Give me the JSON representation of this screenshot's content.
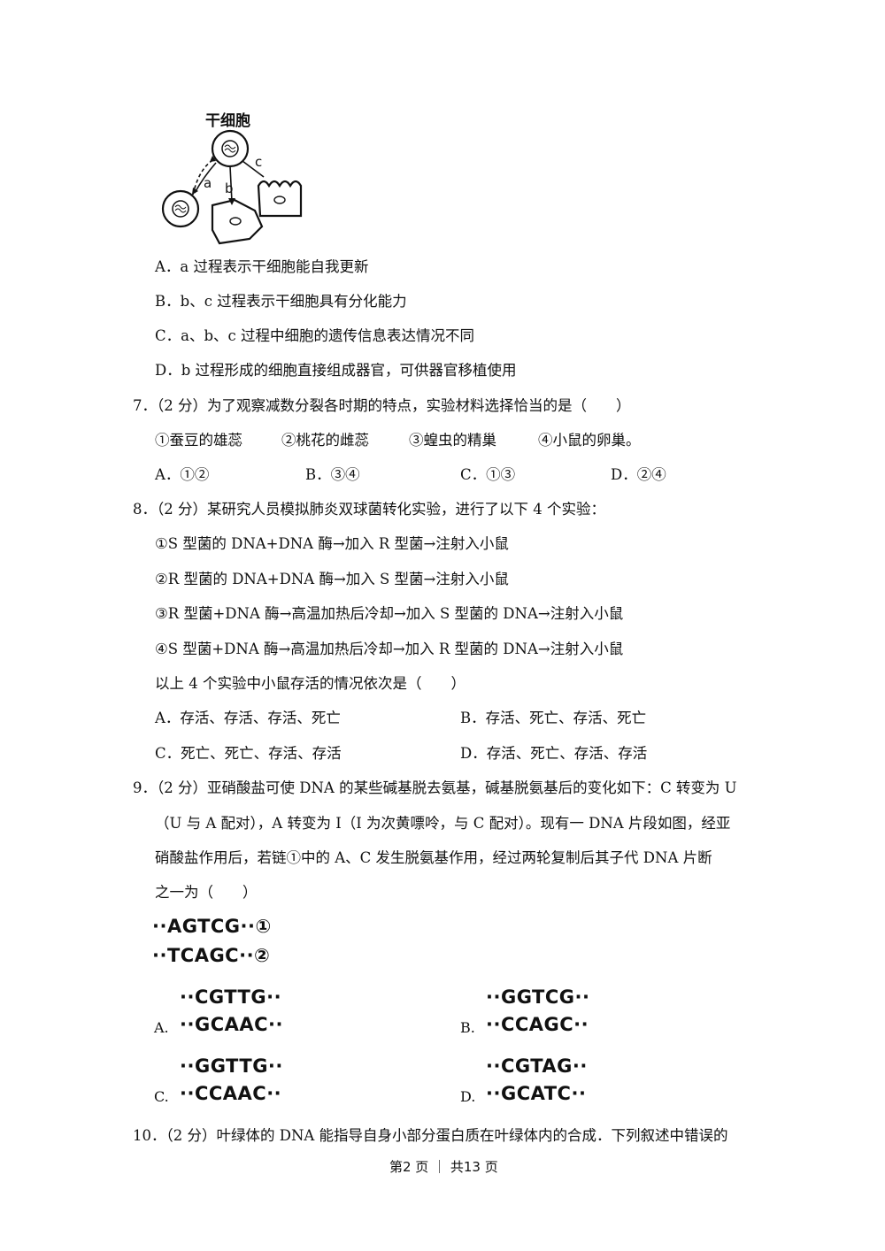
{
  "figure": {
    "title": "干细胞",
    "labels": {
      "a": "a",
      "b": "b",
      "c": "c"
    }
  },
  "q6_options": [
    "A．a 过程表示干细胞能自我更新",
    "B．b、c 过程表示干细胞具有分化能力",
    "C．a、b、c 过程中细胞的遗传信息表达情况不同",
    "D．b 过程形成的细胞直接组成器官，可供器官移植使用"
  ],
  "q7": {
    "stem": "7．（2 分）为了观察减数分裂各时期的特点，实验材料选择恰当的是（　　）",
    "materials": [
      "①蚕豆的雄蕊",
      "②桃花的雌蕊",
      "③蝗虫的精巢",
      "④小鼠的卵巢。"
    ],
    "options": [
      "A．①②",
      "B．③④",
      "C．①③",
      "D．②④"
    ]
  },
  "q8": {
    "stem": "8．（2 分）某研究人员模拟肺炎双球菌转化实验，进行了以下 4 个实验：",
    "experiments": [
      "①S 型菌的 DNA+DNA 酶→加入 R 型菌→注射入小鼠",
      "②R 型菌的 DNA+DNA 酶→加入 S 型菌→注射入小鼠",
      "③R 型菌+DNA 酶→高温加热后冷却→加入 S 型菌的 DNA→注射入小鼠",
      "④S 型菌+DNA 酶→高温加热后冷却→加入 R 型菌的 DNA→注射入小鼠"
    ],
    "question": "以上 4 个实验中小鼠存活的情况依次是（　　）",
    "options": [
      "A．存活、存活、存活、死亡",
      "B．存活、死亡、存活、死亡",
      "C．死亡、死亡、存活、存活",
      "D．存活、死亡、存活、存活"
    ]
  },
  "q9": {
    "lines": [
      "9．（2 分）亚硝酸盐可使 DNA 的某些碱基脱去氨基，碱基脱氨基后的变化如下：C 转变为 U",
      "（U 与 A 配对），A 转变为 I（I 为次黄嘌呤，与 C 配对）。现有一 DNA 片段如图，经亚",
      "硝酸盐作用后，若链①中的 A、C 发生脱氨基作用，经过两轮复制后其子代 DNA 片断",
      "之一为（　　）"
    ],
    "strand1": "··AGTCG··①",
    "strand2": "··TCAGC··②",
    "options": [
      {
        "label": "A.",
        "top": "··CGTTG··",
        "bottom": "··GCAAC··"
      },
      {
        "label": "B.",
        "top": "··GGTCG··",
        "bottom": "··CCAGC··"
      },
      {
        "label": "C.",
        "top": "··GGTTG··",
        "bottom": "··CCAAC··"
      },
      {
        "label": "D.",
        "top": "··CGTAG··",
        "bottom": "··GCATC··"
      }
    ]
  },
  "q10": {
    "stem": "10．（2 分）叶绿体的 DNA 能指导自身小部分蛋白质在叶绿体内的合成．下列叙述中错误的"
  },
  "footer": {
    "text": "第2 页 ｜ 共13 页"
  }
}
